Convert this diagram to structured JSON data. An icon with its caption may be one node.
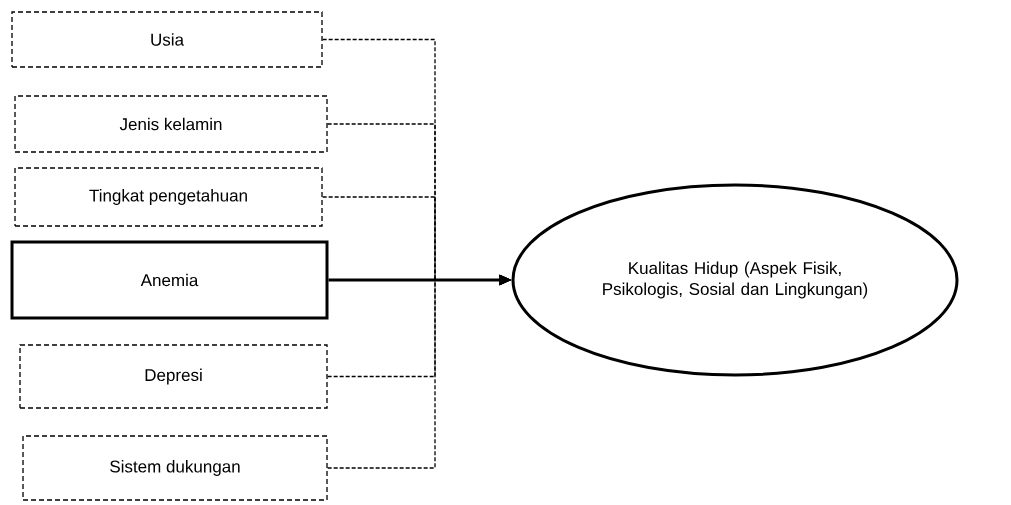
{
  "diagram": {
    "nodes": [
      {
        "text": [
          "Usia"
        ]
      },
      {
        "text": [
          "Jenis kelamin"
        ]
      },
      {
        "text": [
          "Tingkat pengetahuan"
        ]
      },
      {
        "text": [
          "Anemia"
        ]
      },
      {
        "text": [
          "Depresi"
        ]
      },
      {
        "text": [
          "Sistem dukungan"
        ]
      },
      {
        "text": [
          "Kualitas Hidup (Aspek Fisik, Psikologis, Sosial dan Lingkungan)"
        ]
      }
    ],
    "edges": [
      {
        "from": 0,
        "to": 6,
        "arrow": "to",
        "style": "dashed"
      },
      {
        "from": 1,
        "to": 6,
        "arrow": "to",
        "style": "dashed"
      },
      {
        "from": 2,
        "to": 6,
        "arrow": "to",
        "style": "dashed"
      },
      {
        "from": 4,
        "to": 6,
        "arrow": "to",
        "style": "dashed"
      },
      {
        "from": 5,
        "to": 6,
        "arrow": "to",
        "style": "dashed"
      },
      {
        "from": 3,
        "to": 6,
        "arrow": "to",
        "style": "thick"
      }
    ]
  }
}
